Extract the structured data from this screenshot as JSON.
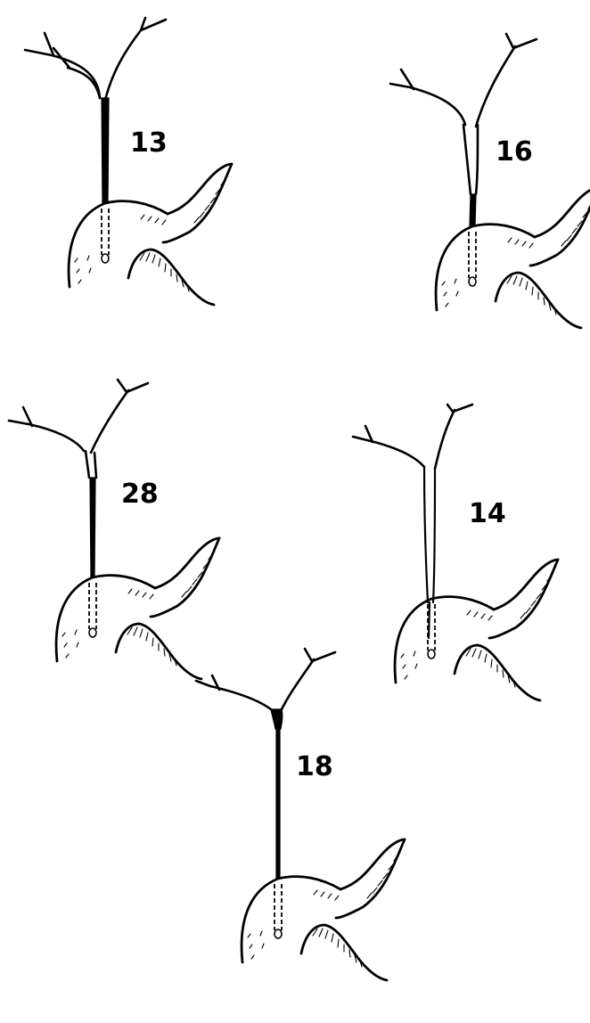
{
  "panels": [
    {
      "label": "13"
    },
    {
      "label": "16"
    },
    {
      "label": "28"
    },
    {
      "label": "14"
    },
    {
      "label": "18"
    }
  ]
}
